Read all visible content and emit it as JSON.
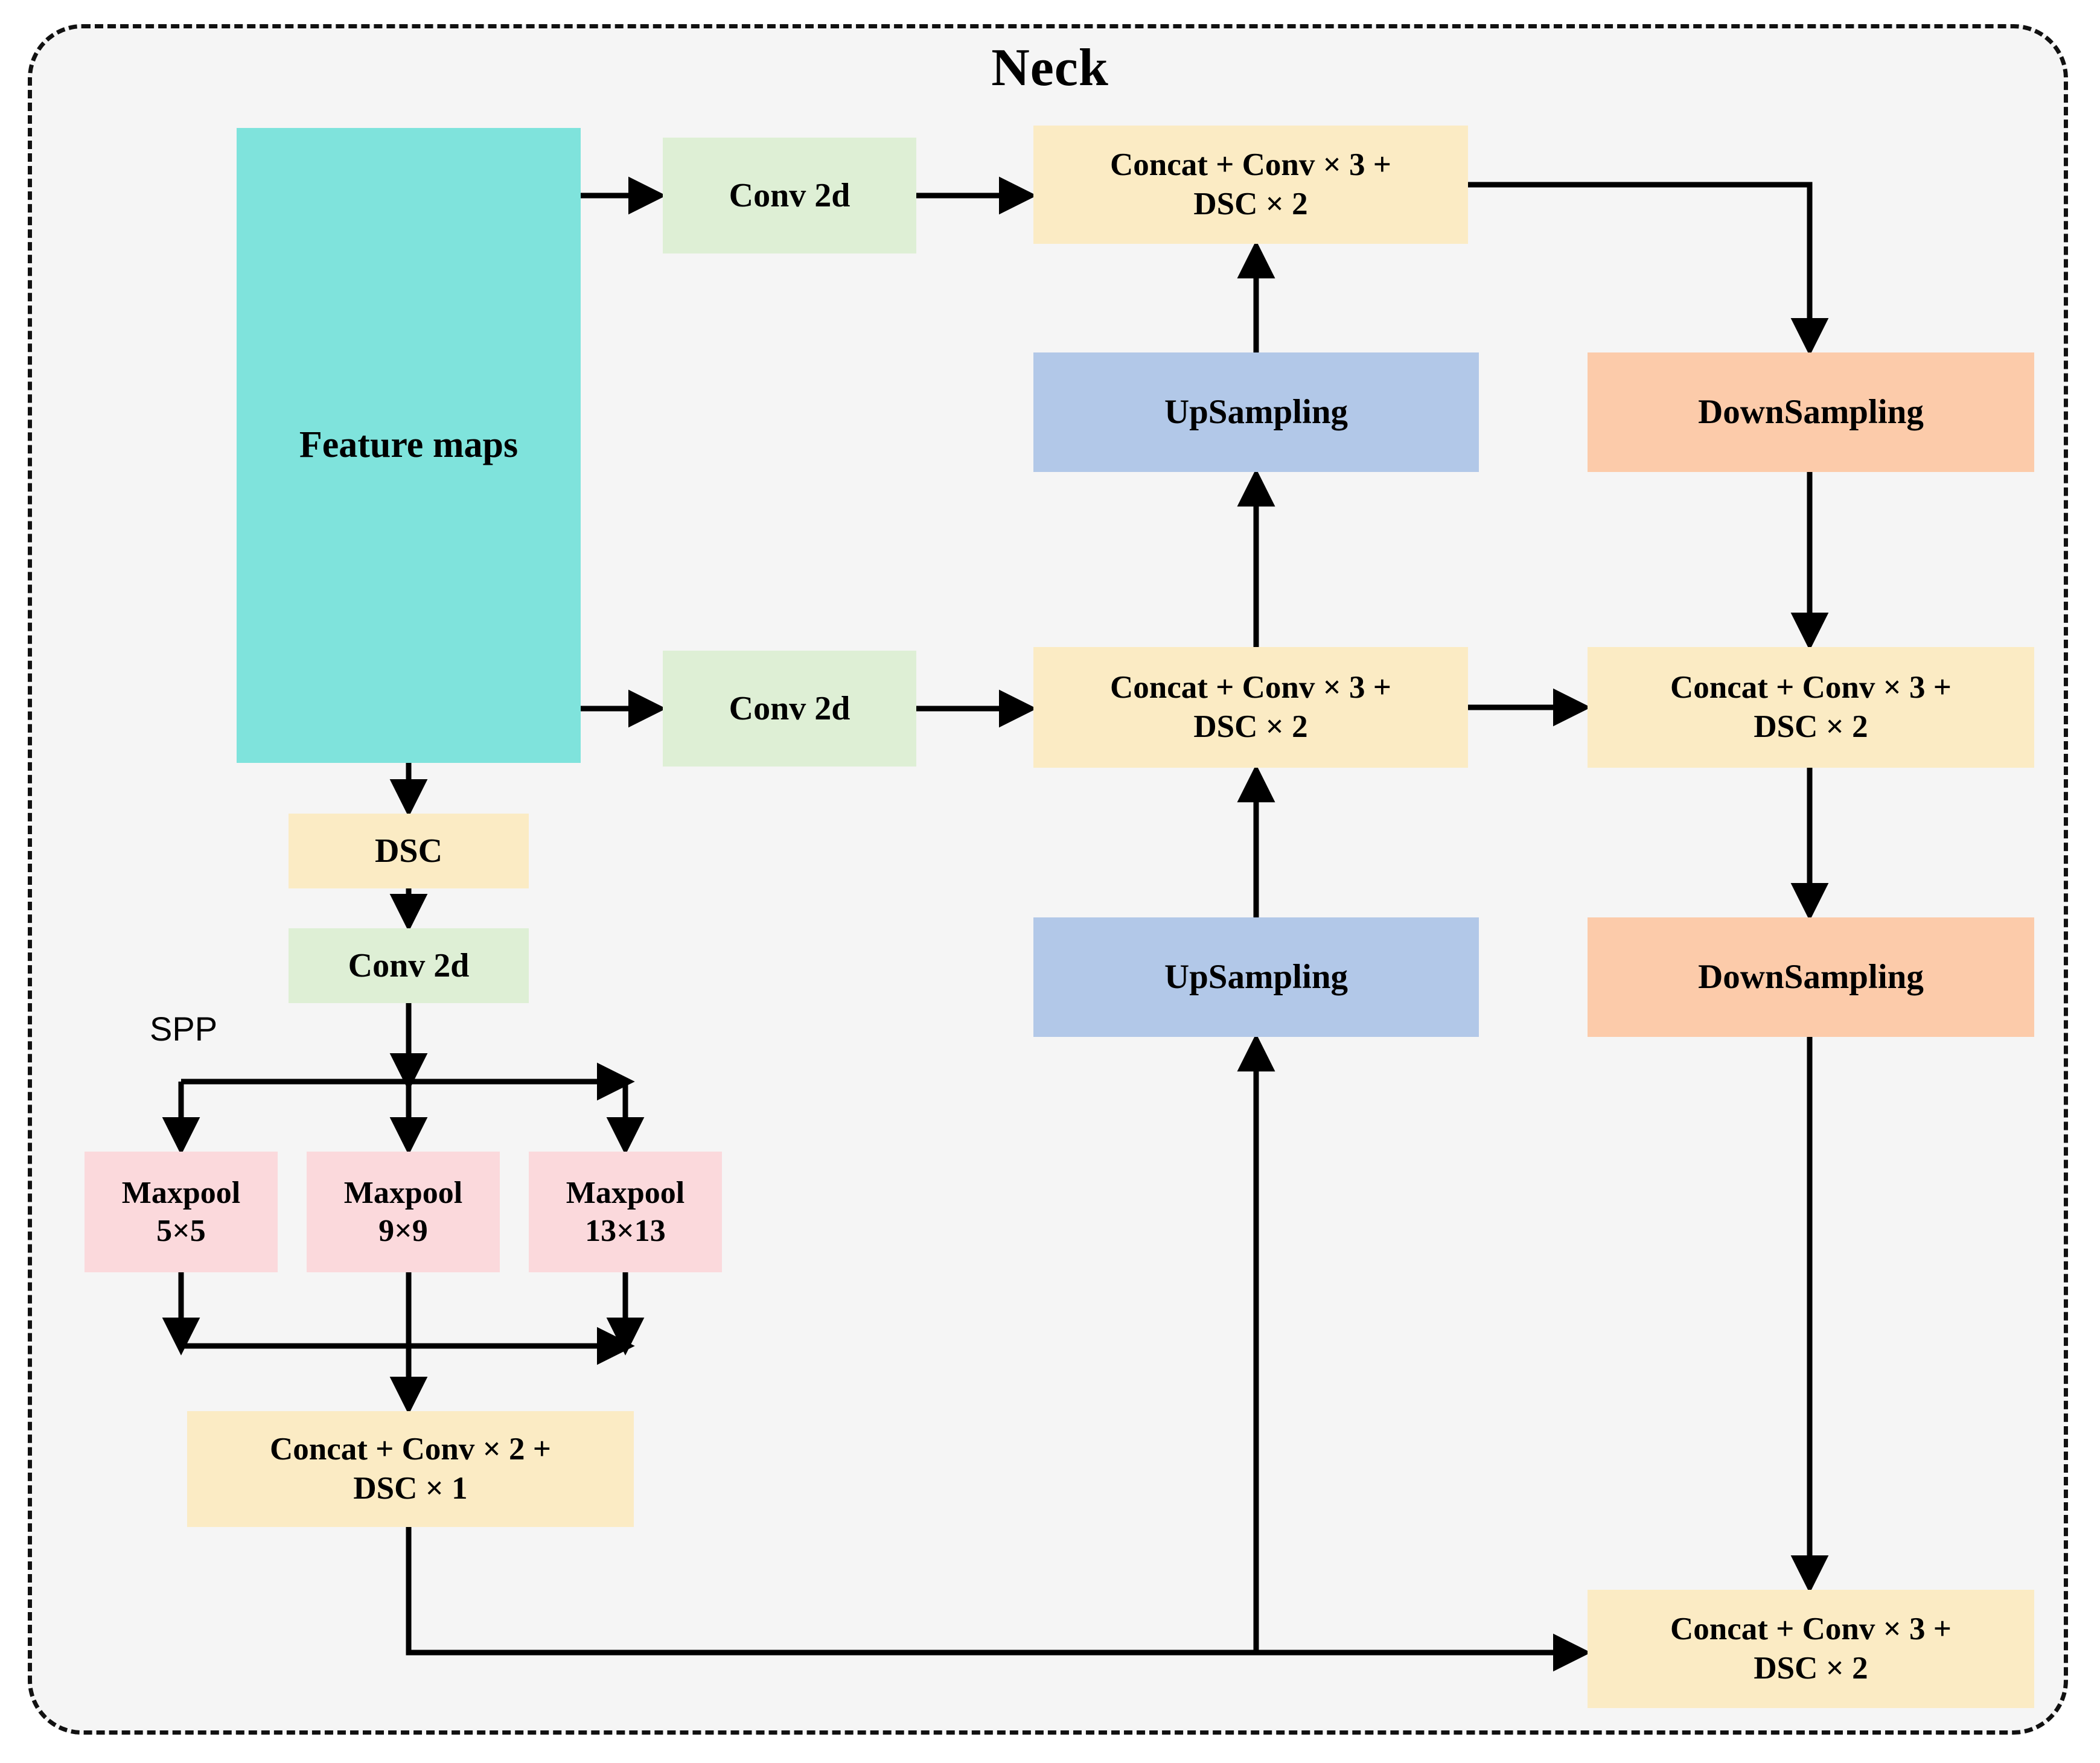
{
  "title": "Neck",
  "panel": {
    "background": "#f5f5f5",
    "border_color": "#111111",
    "border_style": "dashed"
  },
  "colors": {
    "feature_maps": "#7FE3DC",
    "conv2d": "#DEEFD5",
    "concat": "#FBEBC4",
    "upsampling": "#B2C8E8",
    "downsampling": "#FCCBAA",
    "maxpool": "#FBD9DC",
    "dsc": "#FBEBC4",
    "arrow": "#000000"
  },
  "labels": {
    "spp": "SPP"
  },
  "nodes": {
    "feature_maps": "Feature maps",
    "conv_top": "Conv 2d",
    "conv_mid": "Conv 2d",
    "concat_top": "Concat + Conv × 3 +\nDSC × 2",
    "upsampling_1": "UpSampling",
    "downsampling_1": "DownSampling",
    "concat_mid_left": "Concat + Conv × 3 +\nDSC × 2",
    "concat_mid_right": "Concat + Conv × 3 +\nDSC × 2",
    "upsampling_2": "UpSampling",
    "downsampling_2": "DownSampling",
    "dsc": "DSC",
    "conv_spp": "Conv 2d",
    "maxpool_5": "Maxpool\n5×5",
    "maxpool_9": "Maxpool\n9×9",
    "maxpool_13": "Maxpool\n13×13",
    "concat_spp": "Concat + Conv × 2 +\nDSC × 1",
    "concat_bottom": "Concat + Conv × 3 +\nDSC × 2"
  }
}
